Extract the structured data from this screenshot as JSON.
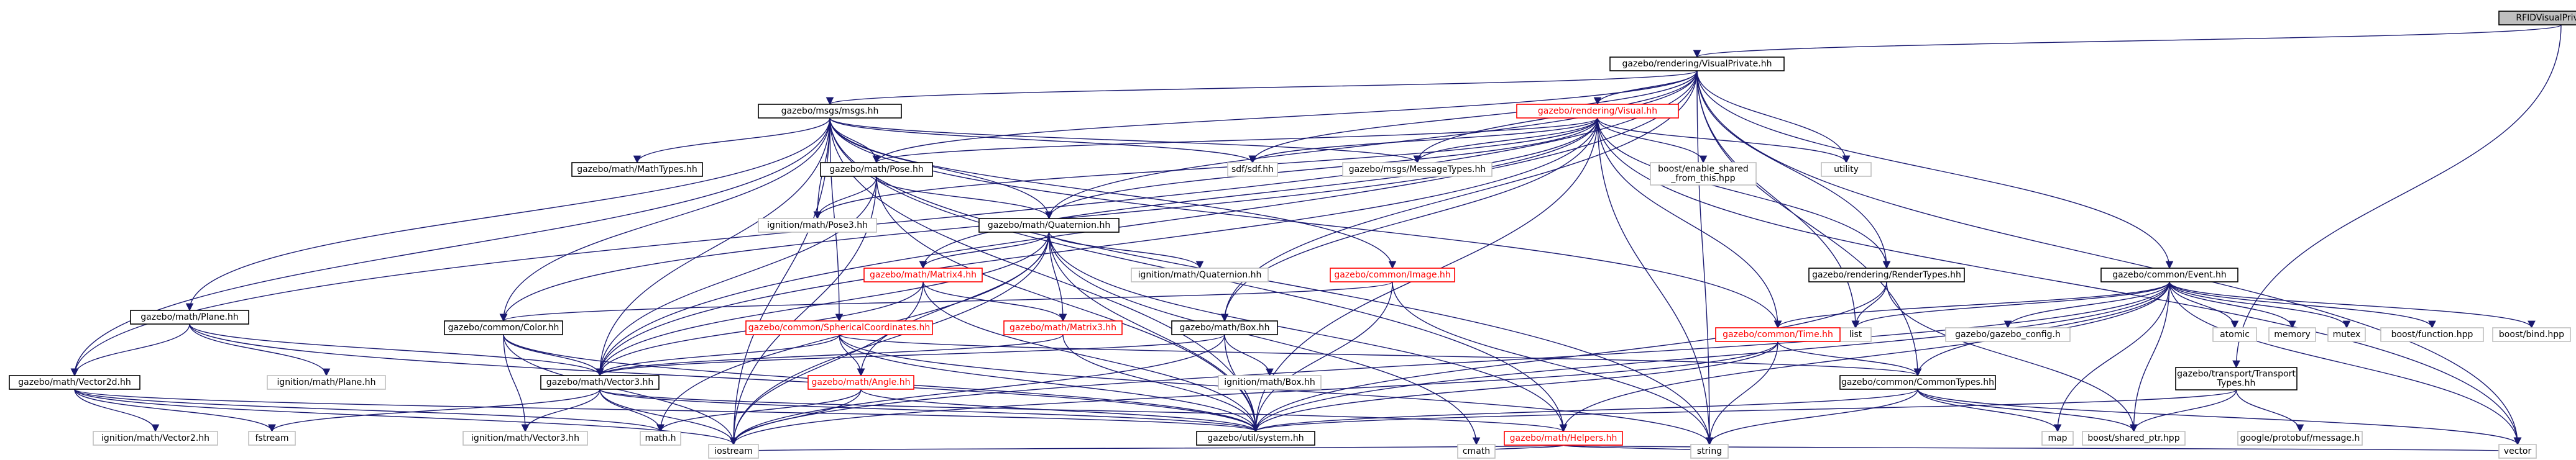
{
  "diagram": {
    "colors": {
      "edge": "#191970",
      "root_fill": "#bfbfbf",
      "documented_border": "#000000",
      "external_border": "#bfbfbf",
      "red_border": "#ff0000",
      "text": "#000000",
      "red_text": "#ff0000"
    },
    "nodes": [
      {
        "id": "root",
        "label": "RFIDVisualPrivate.hh",
        "kind": "root"
      },
      {
        "id": "vp",
        "label": "gazebo/rendering/VisualPrivate.hh",
        "kind": "doc"
      },
      {
        "id": "msgs",
        "label": "gazebo/msgs/msgs.hh",
        "kind": "doc"
      },
      {
        "id": "visual",
        "label": "gazebo/rendering/Visual.hh",
        "kind": "red"
      },
      {
        "id": "event",
        "label": "gazebo/common/Event.hh",
        "kind": "doc"
      },
      {
        "id": "sdf",
        "label": "sdf/sdf.hh",
        "kind": "ext"
      },
      {
        "id": "msgtypes",
        "label": "gazebo/msgs/MessageTypes.hh",
        "kind": "ext"
      },
      {
        "id": "mathtypes",
        "label": "gazebo/math/MathTypes.hh",
        "kind": "doc"
      },
      {
        "id": "pose",
        "label": "gazebo/math/Pose.hh",
        "kind": "doc"
      },
      {
        "id": "boostenable",
        "label": "boost/enable_shared\n_from_this.hpp",
        "kind": "ext"
      },
      {
        "id": "utility",
        "label": "utility",
        "kind": "ext"
      },
      {
        "id": "ignpose",
        "label": "ignition/math/Pose3.hh",
        "kind": "ext"
      },
      {
        "id": "quat",
        "label": "gazebo/math/Quaternion.hh",
        "kind": "doc"
      },
      {
        "id": "ignquat",
        "label": "ignition/math/Quaternion.hh",
        "kind": "ext"
      },
      {
        "id": "matrix4",
        "label": "gazebo/math/Matrix4.hh",
        "kind": "red"
      },
      {
        "id": "image",
        "label": "gazebo/common/Image.hh",
        "kind": "red"
      },
      {
        "id": "rendertypes",
        "label": "gazebo/rendering/RenderTypes.hh",
        "kind": "doc"
      },
      {
        "id": "list",
        "label": "list",
        "kind": "ext"
      },
      {
        "id": "gzconfig",
        "label": "gazebo/gazebo_config.h",
        "kind": "ext"
      },
      {
        "id": "atomic",
        "label": "atomic",
        "kind": "ext"
      },
      {
        "id": "memory",
        "label": "memory",
        "kind": "ext"
      },
      {
        "id": "mutex",
        "label": "mutex",
        "kind": "ext"
      },
      {
        "id": "boostfunc",
        "label": "boost/function.hpp",
        "kind": "ext"
      },
      {
        "id": "boostbind",
        "label": "boost/bind.hpp",
        "kind": "ext"
      },
      {
        "id": "plane",
        "label": "gazebo/math/Plane.hh",
        "kind": "doc"
      },
      {
        "id": "color",
        "label": "gazebo/common/Color.hh",
        "kind": "doc"
      },
      {
        "id": "spherical",
        "label": "gazebo/common/SphericalCoordinates.hh",
        "kind": "red"
      },
      {
        "id": "matrix3",
        "label": "gazebo/math/Matrix3.hh",
        "kind": "red"
      },
      {
        "id": "box",
        "label": "gazebo/math/Box.hh",
        "kind": "doc"
      },
      {
        "id": "time",
        "label": "gazebo/common/Time.hh",
        "kind": "red"
      },
      {
        "id": "vector2d",
        "label": "gazebo/math/Vector2d.hh",
        "kind": "doc"
      },
      {
        "id": "ignplane",
        "label": "ignition/math/Plane.hh",
        "kind": "ext"
      },
      {
        "id": "vector3",
        "label": "gazebo/math/Vector3.hh",
        "kind": "doc"
      },
      {
        "id": "angle",
        "label": "gazebo/math/Angle.hh",
        "kind": "red"
      },
      {
        "id": "ignbox",
        "label": "ignition/math/Box.hh",
        "kind": "ext"
      },
      {
        "id": "commontypes",
        "label": "gazebo/common/CommonTypes.hh",
        "kind": "doc"
      },
      {
        "id": "transport",
        "label": "gazebo/transport/Transport\nTypes.hh",
        "kind": "doc"
      },
      {
        "id": "ignvec2",
        "label": "ignition/math/Vector2.hh",
        "kind": "ext"
      },
      {
        "id": "fstream",
        "label": "fstream",
        "kind": "ext"
      },
      {
        "id": "ignvec3",
        "label": "ignition/math/Vector3.hh",
        "kind": "ext"
      },
      {
        "id": "mathh",
        "label": "math.h",
        "kind": "ext"
      },
      {
        "id": "system",
        "label": "gazebo/util/system.hh",
        "kind": "doc"
      },
      {
        "id": "helpers",
        "label": "gazebo/math/Helpers.hh",
        "kind": "red"
      },
      {
        "id": "map",
        "label": "map",
        "kind": "ext"
      },
      {
        "id": "boostshared",
        "label": "boost/shared_ptr.hpp",
        "kind": "ext"
      },
      {
        "id": "googleproto",
        "label": "google/protobuf/message.h",
        "kind": "ext"
      },
      {
        "id": "iostream",
        "label": "iostream",
        "kind": "ext"
      },
      {
        "id": "cmath",
        "label": "cmath",
        "kind": "ext"
      },
      {
        "id": "string",
        "label": "string",
        "kind": "ext"
      },
      {
        "id": "vector",
        "label": "vector",
        "kind": "ext"
      }
    ],
    "edges": [
      [
        "root",
        "vp"
      ],
      [
        "root",
        "transport"
      ],
      [
        "vp",
        "msgs"
      ],
      [
        "vp",
        "visual"
      ],
      [
        "vp",
        "event"
      ],
      [
        "vp",
        "sdf"
      ],
      [
        "vp",
        "utility"
      ],
      [
        "vp",
        "pose"
      ],
      [
        "vp",
        "quat"
      ],
      [
        "vp",
        "rendertypes"
      ],
      [
        "vp",
        "list"
      ],
      [
        "vp",
        "commontypes"
      ],
      [
        "vp",
        "vector2d"
      ],
      [
        "vp",
        "vector3"
      ],
      [
        "vp",
        "box"
      ],
      [
        "vp",
        "string"
      ],
      [
        "vp",
        "vector"
      ],
      [
        "vp",
        "msgtypes"
      ],
      [
        "msgs",
        "sdf"
      ],
      [
        "msgs",
        "msgtypes"
      ],
      [
        "msgs",
        "mathtypes"
      ],
      [
        "msgs",
        "pose"
      ],
      [
        "msgs",
        "ignpose"
      ],
      [
        "msgs",
        "quat"
      ],
      [
        "msgs",
        "image"
      ],
      [
        "msgs",
        "plane"
      ],
      [
        "msgs",
        "color"
      ],
      [
        "msgs",
        "spherical"
      ],
      [
        "msgs",
        "vector2d"
      ],
      [
        "msgs",
        "vector3"
      ],
      [
        "msgs",
        "time"
      ],
      [
        "msgs",
        "iostream"
      ],
      [
        "msgs",
        "system"
      ],
      [
        "msgs",
        "helpers"
      ],
      [
        "msgs",
        "string"
      ],
      [
        "visual",
        "sdf"
      ],
      [
        "visual",
        "msgtypes"
      ],
      [
        "visual",
        "pose"
      ],
      [
        "visual",
        "boostenable"
      ],
      [
        "visual",
        "utility"
      ],
      [
        "visual",
        "quat"
      ],
      [
        "visual",
        "box"
      ],
      [
        "visual",
        "rendertypes"
      ],
      [
        "visual",
        "time"
      ],
      [
        "visual",
        "color"
      ],
      [
        "visual",
        "vector3"
      ],
      [
        "visual",
        "string"
      ],
      [
        "visual",
        "vector"
      ],
      [
        "visual",
        "system"
      ],
      [
        "visual",
        "matrix4"
      ],
      [
        "visual",
        "ignpose"
      ],
      [
        "event",
        "list"
      ],
      [
        "event",
        "gzconfig"
      ],
      [
        "event",
        "atomic"
      ],
      [
        "event",
        "memory"
      ],
      [
        "event",
        "mutex"
      ],
      [
        "event",
        "boostfunc"
      ],
      [
        "event",
        "boostbind"
      ],
      [
        "event",
        "time"
      ],
      [
        "event",
        "commontypes"
      ],
      [
        "event",
        "map"
      ],
      [
        "event",
        "vector"
      ],
      [
        "event",
        "system"
      ],
      [
        "event",
        "iostream"
      ],
      [
        "event",
        "boostshared"
      ],
      [
        "event",
        "helpers"
      ],
      [
        "pose",
        "ignpose"
      ],
      [
        "pose",
        "quat"
      ],
      [
        "pose",
        "vector3"
      ],
      [
        "pose",
        "iostream"
      ],
      [
        "pose",
        "system"
      ],
      [
        "quat",
        "ignquat"
      ],
      [
        "quat",
        "matrix4"
      ],
      [
        "quat",
        "matrix3"
      ],
      [
        "quat",
        "vector3"
      ],
      [
        "quat",
        "angle"
      ],
      [
        "quat",
        "helpers"
      ],
      [
        "quat",
        "mathh"
      ],
      [
        "quat",
        "iostream"
      ],
      [
        "quat",
        "cmath"
      ],
      [
        "quat",
        "system"
      ],
      [
        "matrix4",
        "matrix3"
      ],
      [
        "matrix4",
        "vector3"
      ],
      [
        "matrix4",
        "iostream"
      ],
      [
        "matrix4",
        "system"
      ],
      [
        "image",
        "color"
      ],
      [
        "image",
        "string"
      ],
      [
        "image",
        "system"
      ],
      [
        "rendertypes",
        "list"
      ],
      [
        "rendertypes",
        "boostshared"
      ],
      [
        "rendertypes",
        "system"
      ],
      [
        "plane",
        "ignplane"
      ],
      [
        "plane",
        "vector3"
      ],
      [
        "plane",
        "vector2d"
      ],
      [
        "plane",
        "system"
      ],
      [
        "color",
        "iostream"
      ],
      [
        "color",
        "ignvec3"
      ],
      [
        "color",
        "vector3"
      ],
      [
        "color",
        "system"
      ],
      [
        "spherical",
        "vector3"
      ],
      [
        "spherical",
        "angle"
      ],
      [
        "spherical",
        "commontypes"
      ],
      [
        "spherical",
        "string"
      ],
      [
        "spherical",
        "system"
      ],
      [
        "matrix3",
        "vector3"
      ],
      [
        "matrix3",
        "system"
      ],
      [
        "box",
        "vector3"
      ],
      [
        "box",
        "ignbox"
      ],
      [
        "box",
        "system"
      ],
      [
        "box",
        "iostream"
      ],
      [
        "time",
        "commontypes"
      ],
      [
        "time",
        "string"
      ],
      [
        "time",
        "iostream"
      ],
      [
        "time",
        "system"
      ],
      [
        "vector2d",
        "ignvec2"
      ],
      [
        "vector2d",
        "fstream"
      ],
      [
        "vector2d",
        "mathh"
      ],
      [
        "vector2d",
        "iostream"
      ],
      [
        "vector2d",
        "system"
      ],
      [
        "vector3",
        "ignvec3"
      ],
      [
        "vector3",
        "fstream"
      ],
      [
        "vector3",
        "mathh"
      ],
      [
        "vector3",
        "iostream"
      ],
      [
        "vector3",
        "system"
      ],
      [
        "vector3",
        "helpers"
      ],
      [
        "angle",
        "mathh"
      ],
      [
        "angle",
        "iostream"
      ],
      [
        "angle",
        "system"
      ],
      [
        "commontypes",
        "map"
      ],
      [
        "commontypes",
        "boostshared"
      ],
      [
        "commontypes",
        "string"
      ],
      [
        "commontypes",
        "vector"
      ],
      [
        "commontypes",
        "system"
      ],
      [
        "transport",
        "googleproto"
      ],
      [
        "transport",
        "boostshared"
      ],
      [
        "transport",
        "system"
      ],
      [
        "helpers",
        "cmath"
      ],
      [
        "helpers",
        "string"
      ],
      [
        "helpers",
        "iostream"
      ],
      [
        "helpers",
        "vector"
      ]
    ]
  }
}
